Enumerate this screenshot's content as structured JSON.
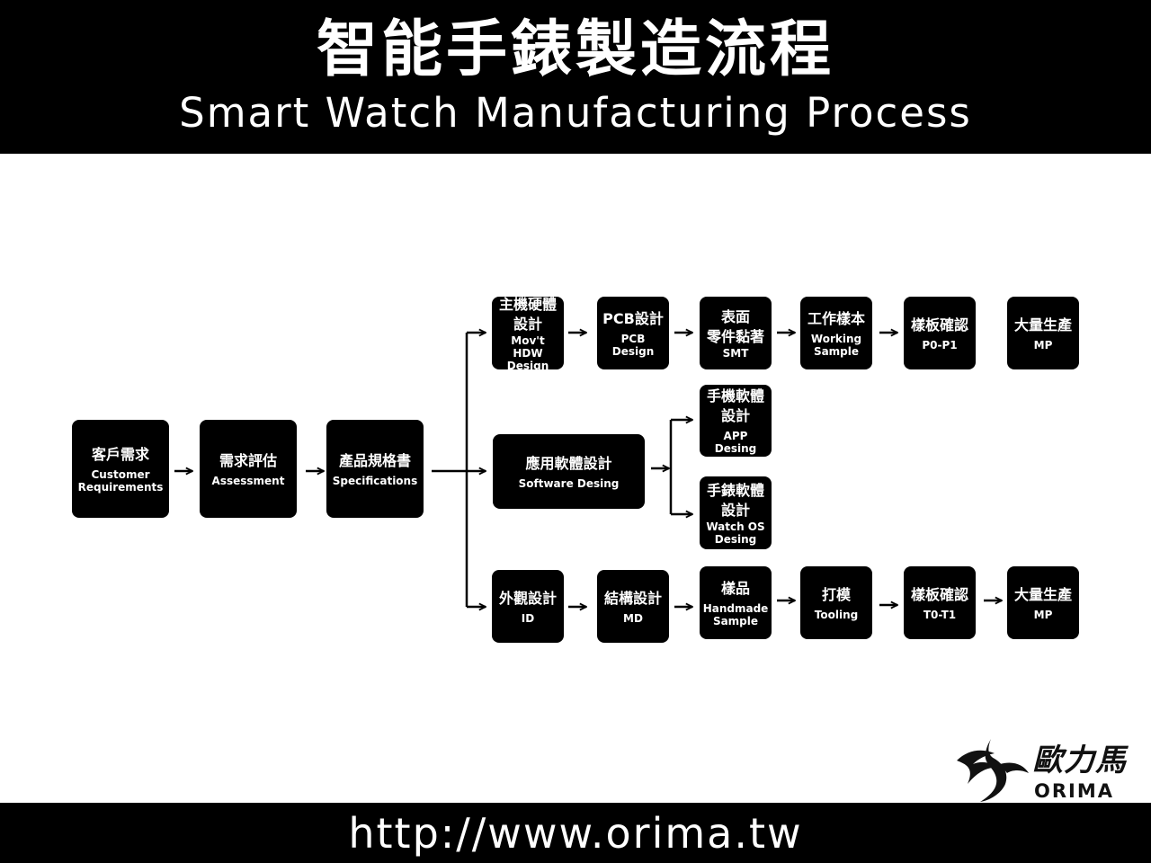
{
  "title_zh": "智能手錶製造流程",
  "title_en": "Smart Watch Manufacturing Process",
  "footer_url": "http://www.orima.tw",
  "logo": {
    "zh": "歐力馬",
    "en": "ORIMA"
  },
  "nodes": {
    "customer": {
      "zh": "客戶需求",
      "en": "Customer\nRequirements"
    },
    "assessment": {
      "zh": "需求評估",
      "en": "Assessment"
    },
    "spec": {
      "zh": "產品規格書",
      "en": "Specifications"
    },
    "hdw": {
      "zh": "主機硬體\n設計",
      "en": "Mov't\nHDW Design"
    },
    "pcb": {
      "zh": "PCB設計",
      "en": "PCB Design"
    },
    "smt": {
      "zh": "表面\n零件黏著",
      "en": "SMT"
    },
    "working": {
      "zh": "工作樣本",
      "en": "Working\nSample"
    },
    "p0p1": {
      "zh": "樣板確認",
      "en": "P0-P1"
    },
    "mp_top": {
      "zh": "大量生產",
      "en": "MP"
    },
    "software": {
      "zh": "應用軟體設計",
      "en": "Software Desing"
    },
    "app": {
      "zh": "手機軟體\n設計",
      "en": "APP Desing"
    },
    "watchos": {
      "zh": "手錶軟體\n設計",
      "en": "Watch OS\nDesing"
    },
    "id": {
      "zh": "外觀設計",
      "en": "ID"
    },
    "md": {
      "zh": "結構設計",
      "en": "MD"
    },
    "handmade": {
      "zh": "樣品",
      "en": "Handmade\nSample"
    },
    "tooling": {
      "zh": "打模",
      "en": "Tooling"
    },
    "t0t1": {
      "zh": "樣板確認",
      "en": "T0-T1"
    },
    "mp_bottom": {
      "zh": "大量生產",
      "en": "MP"
    }
  }
}
